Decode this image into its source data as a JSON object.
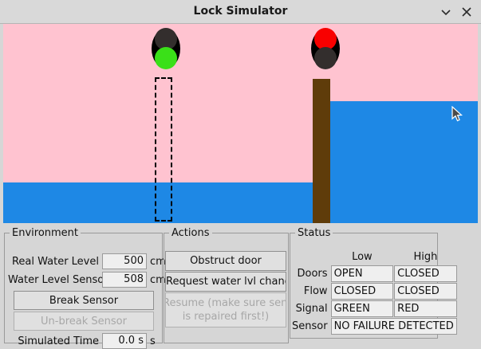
{
  "window": {
    "title": "Lock Simulator",
    "minimize_icon": "chevron-down-icon",
    "close_icon": "close-icon"
  },
  "canvas": {
    "background_color": "#ffc3d0",
    "water_color": "#1e88e5",
    "door_closed_color": "#5f3c0a",
    "left_signal": {
      "top_lamp": "off",
      "bottom_lamp": "green"
    },
    "right_signal": {
      "top_lamp": "red",
      "bottom_lamp": "off"
    },
    "left_door": "open-dashed",
    "right_door": "closed-solid",
    "cursor_icon": "mouse-pointer-icon"
  },
  "environment": {
    "legend": "Environment",
    "real_water_level": {
      "label": "Real Water Level",
      "value": "500",
      "unit": "cm"
    },
    "water_level_sensor": {
      "label": "Water Level Sensor",
      "value": "508",
      "unit": "cm"
    },
    "break_sensor_label": "Break Sensor",
    "unbreak_sensor_label": "Un-break Sensor",
    "simulated_time": {
      "label": "Simulated Time",
      "value": "0.0 s",
      "unit": "s"
    }
  },
  "actions": {
    "legend": "Actions",
    "obstruct_door_label": "Obstruct door",
    "request_water_change_label": "Request water lvl change",
    "resume_label_line1": "Resume (make sure sensor",
    "resume_label_line2": "is repaired first!)"
  },
  "status": {
    "legend": "Status",
    "columns": [
      "",
      "Low",
      "High"
    ],
    "rows": [
      {
        "name": "Doors",
        "low": "OPEN",
        "high": "CLOSED"
      },
      {
        "name": "Flow",
        "low": "CLOSED",
        "high": "CLOSED"
      },
      {
        "name": "Signal",
        "low": "GREEN",
        "high": "RED"
      }
    ],
    "sensor": {
      "name": "Sensor",
      "value": "NO FAILURE DETECTED"
    }
  }
}
